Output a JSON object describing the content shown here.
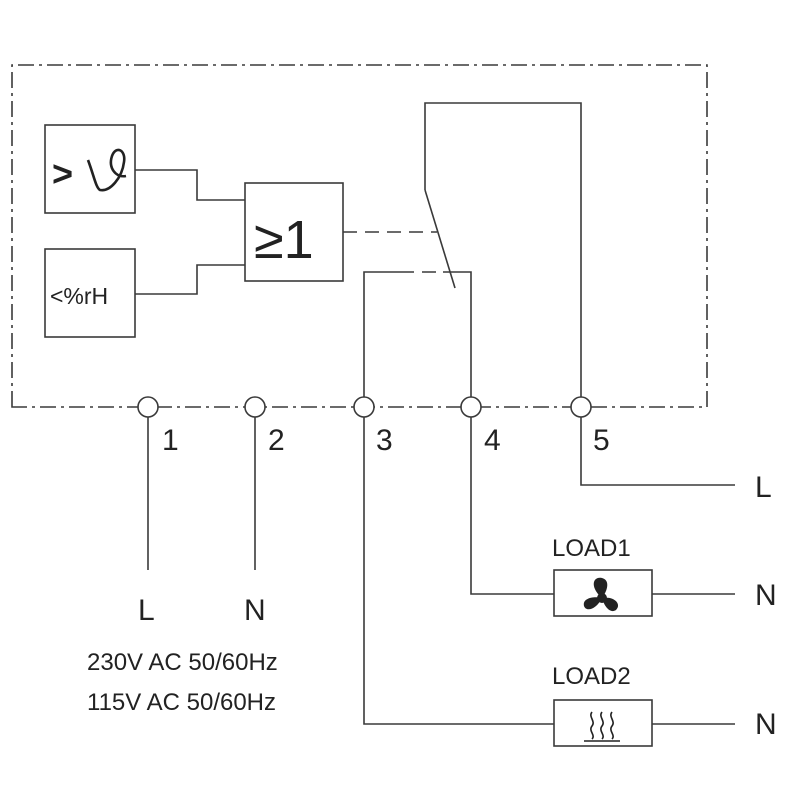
{
  "sensors": {
    "temperature_symbol": ">",
    "humidity_symbol": "<%rH"
  },
  "logic": {
    "or_gate_label": "≥1"
  },
  "terminals": [
    "1",
    "2",
    "3",
    "4",
    "5"
  ],
  "supply": {
    "line_label": "L",
    "neutral_label": "N",
    "voltage_1": "230V AC 50/60Hz",
    "voltage_2": "115V AC 50/60Hz"
  },
  "outputs": {
    "line_label": "L",
    "load1": {
      "label": "LOAD1",
      "icon": "fan-icon",
      "neutral_label": "N"
    },
    "load2": {
      "label": "LOAD2",
      "icon": "heater-icon",
      "neutral_label": "N"
    }
  }
}
